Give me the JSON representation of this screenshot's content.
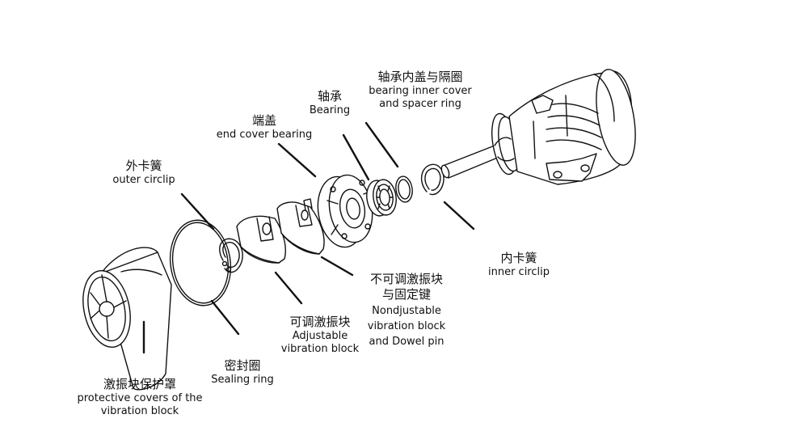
{
  "colors": {
    "ink": "#111111",
    "background": "#ffffff"
  },
  "labels": {
    "protective_cover": {
      "zh": "激振块保护罩",
      "en1": "protective covers of the",
      "en2": "vibration block"
    },
    "sealing_ring": {
      "zh": "密封圈",
      "en1": "Sealing ring"
    },
    "outer_circlip": {
      "zh": "外卡簧",
      "en1": "outer circlip"
    },
    "adjustable_block": {
      "zh": "可调激振块",
      "en1": "Adjustable",
      "en2": "vibration block"
    },
    "end_cover": {
      "zh": "端盖",
      "en1": "end cover bearing"
    },
    "nonadjustable_block": {
      "zh1": "不可调激振块",
      "zh2": "与固定键",
      "en1": "Nondjustable",
      "en2": "vibration block",
      "en3": "and Dowel pin"
    },
    "bearing": {
      "zh": "轴承",
      "en1": "Bearing"
    },
    "bearing_inner_cover": {
      "zh": "轴承内盖与隔圈",
      "en1": "bearing inner cover",
      "en2": "and spacer ring"
    },
    "inner_circlip": {
      "zh": "内卡簧",
      "en1": "inner circlip"
    }
  }
}
